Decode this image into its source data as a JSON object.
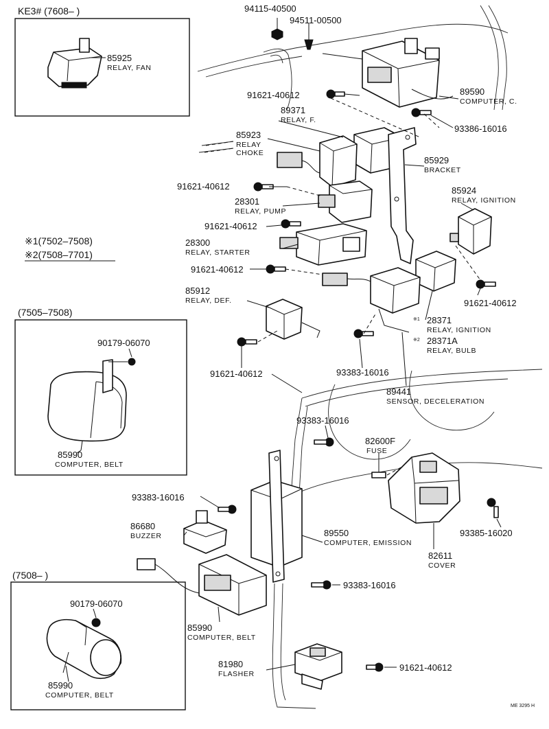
{
  "insets": {
    "ke3": {
      "title": "KE3# (7608–      )",
      "part_no": "85925",
      "part_name": "RELAY, FAN"
    },
    "belt_7505": {
      "title": "(7505–7508)",
      "bolt_no": "90179-06070",
      "part_no": "85990",
      "part_name": "COMPUTER, BELT"
    },
    "belt_7508": {
      "title": "(7508–      )",
      "bolt_no": "90179-06070",
      "part_no": "85990",
      "part_name": "COMPUTER, BELT"
    }
  },
  "legend": {
    "note1": "※1(7502–7508)",
    "note2": "※2(7508–7701)"
  },
  "callouts": {
    "nut_94115": {
      "no": "94115-40500"
    },
    "clip_94511": {
      "no": "94511-00500"
    },
    "bolt_a": {
      "no": "91621-40612"
    },
    "relay_f": {
      "no": "89371",
      "name": "RELAY, F."
    },
    "relay_choke": {
      "no": "85923",
      "name1": "RELAY",
      "name2": "CHOKE"
    },
    "computer_c": {
      "no": "89590",
      "name": "COMPUTER, C."
    },
    "screw_93386": {
      "no": "93386-16016"
    },
    "bracket": {
      "no": "85929",
      "name": "BRACKET"
    },
    "bolt_b": {
      "no": "91621-40612"
    },
    "relay_pump": {
      "no": "28301",
      "name": "RELAY, PUMP"
    },
    "relay_ign_top": {
      "no": "85924",
      "name": "RELAY, IGNITION"
    },
    "bolt_c": {
      "no": "91621-40612"
    },
    "relay_starter": {
      "no": "28300",
      "name": "RELAY, STARTER"
    },
    "bolt_d": {
      "no": "91621-40612"
    },
    "relay_def": {
      "no": "85912",
      "name": "RELAY, DEF."
    },
    "bolt_e": {
      "no": "91621-40612"
    },
    "relay_ign_mid": {
      "mark": "※1",
      "no": "28371",
      "name": "RELAY, IGNITION"
    },
    "relay_bulb": {
      "mark": "※2",
      "no": "28371A",
      "name": "RELAY, BULB"
    },
    "bolt_f": {
      "no": "91621-40612"
    },
    "screw_93383_a": {
      "no": "93383-16016"
    },
    "sensor_decel": {
      "no": "89441",
      "name": "SENSOR, DECELERATION"
    },
    "screw_93383_b": {
      "no": "93383-16016"
    },
    "fuse": {
      "no": "82600F",
      "name": "FUSE"
    },
    "screw_93383_c": {
      "no": "93383-16016"
    },
    "buzzer": {
      "no": "86680",
      "name": "BUZZER"
    },
    "computer_emission": {
      "no": "89550",
      "name": "COMPUTER, EMISSION"
    },
    "cover": {
      "no": "82611",
      "name": "COVER"
    },
    "screw_93385": {
      "no": "93385-16020"
    },
    "screw_93383_d": {
      "no": "93383-16016"
    },
    "computer_belt_main": {
      "no": "85990",
      "name": "COMPUTER, BELT"
    },
    "flasher": {
      "no": "81980",
      "name": "FLASHER"
    },
    "bolt_g": {
      "no": "91621-40612"
    }
  },
  "drawing_code": "ME 3295 H",
  "colors": {
    "ink": "#111111",
    "paper": "#ffffff",
    "shade": "#d9d9d9"
  }
}
